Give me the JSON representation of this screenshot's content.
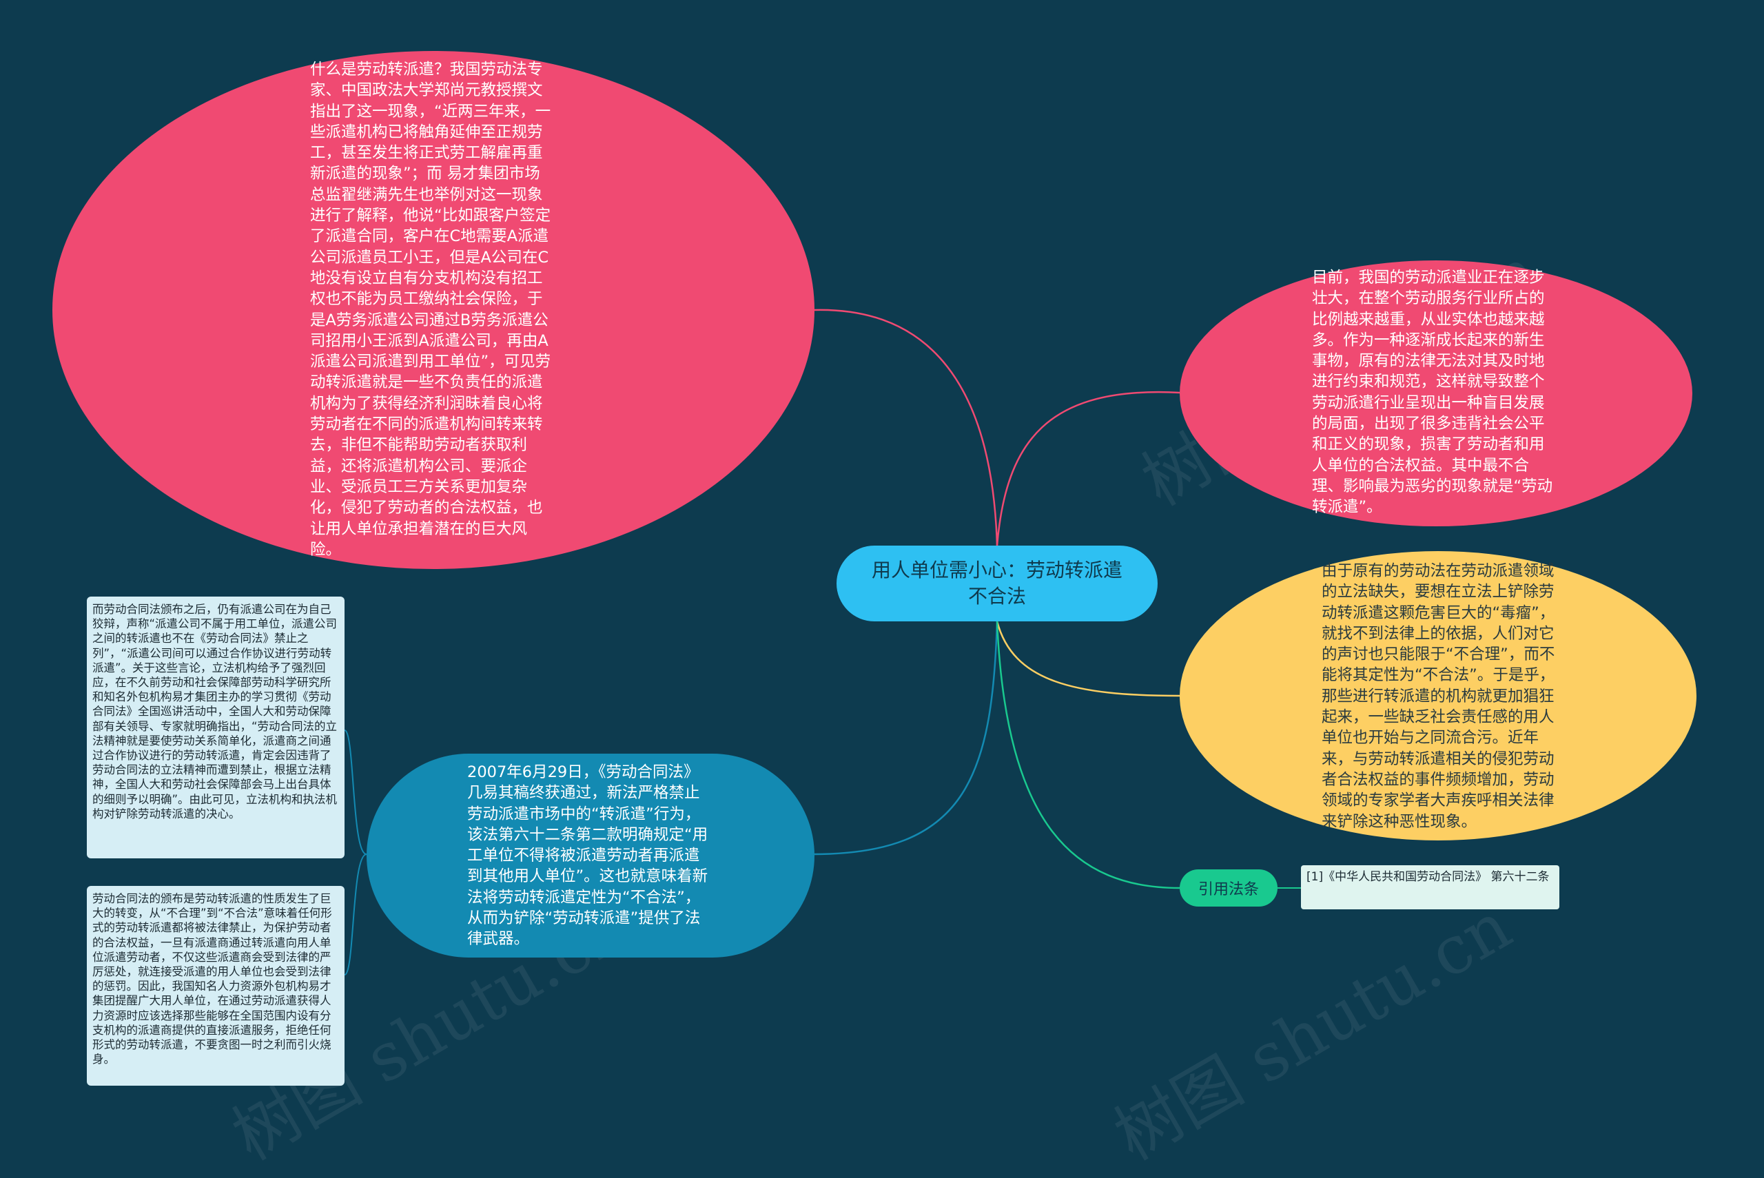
{
  "center": {
    "title": "用人单位需小心：劳动转派遣不合法"
  },
  "nodes": {
    "top_left": "什么是劳动转派遣？我国劳动法专家、中国政法大学郑尚元教授撰文指出了这一现象，“近两三年来，一些派遣机构已将触角延伸至正规劳工，甚至发生将正式劳工解雇再重新派遣的现象”；而 易才集团市场总监翟继满先生也举例对这一现象进行了解释，他说“比如跟客户签定了派遣合同，客户在C地需要A派遣公司派遣员工小王，但是A公司在C地没有设立自有分支机构没有招工权也不能为员工缴纳社会保险，于是A劳务派遣公司通过B劳务派遣公司招用小王派到A派遣公司，再由A派遣公司派遣到用工单位”，可见劳动转派遣就是一些不负责任的派遣机构为了获得经济利润昧着良心将劳动者在不同的派遣机构间转来转去，非但不能帮助劳动者获取利益，还将派遣机构公司、要派企业、受派员工三方关系更加复杂化，侵犯了劳动者的合法权益，也让用人单位承担着潜在的巨大风险。",
    "top_right": "目前，我国的劳动派遣业正在逐步壮大，在整个劳动服务行业所占的比例越来越重，从业实体也越来越多。作为一种逐渐成长起来的新生事物，原有的法律无法对其及时地进行约束和规范，这样就导致整个劳动派遣行业呈现出一种盲目发展的局面，出现了很多违背社会公平和正义的现象，损害了劳动者和用人单位的合法权益。其中最不合理、影响最为恶劣的现象就是“劳动转派遣”。",
    "mid_right": "由于原有的劳动法在劳动派遣领域的立法缺失，要想在立法上铲除劳动转派遣这颗危害巨大的“毒瘤”，就找不到法律上的依据，人们对它的声讨也只能限于“不合理”，而不能将其定性为“不合法”。于是乎，那些进行转派遣的机构就更加猖狂起来，一些缺乏社会责任感的用人单位也开始与之同流合污。近年来，与劳动转派遣相关的侵犯劳动者合法权益的事件频频增加，劳动领域的专家学者大声疾呼相关法律来铲除这种恶性现象。",
    "bottom_left": "2007年6月29日，《劳动合同法》几易其稿终获通过，新法严格禁止劳动派遣市场中的“转派遣”行为，该法第六十二条第二款明确规定“用工单位不得将被派遣劳动者再派遣到其他用人单位”。这也就意味着新法将劳动转派遣定性为“不合法”，从而为铲除“劳动转派遣”提供了法律武器。",
    "card_1": "而劳动合同法颁布之后，仍有派遣公司在为自己狡辩，声称“派遣公司不属于用工单位，派遣公司之间的转派遣也不在《劳动合同法》禁止之列”，“派遣公司间可以通过合作协议进行劳动转派遣”。关于这些言论，立法机构给予了强烈回应，在不久前劳动和社会保障部劳动科学研究所和知名外包机构易才集团主办的学习贯彻《劳动合同法》全国巡讲活动中，全国人大和劳动保障部有关领导、专家就明确指出，“劳动合同法的立法精神就是要使劳动关系简单化，派遣商之间通过合作协议进行的劳动转派遣，肯定会因违背了劳动合同法的立法精神而遭到禁止，根据立法精神，全国人大和劳动社会保障部会马上出台具体的细则予以明确”。由此可见，立法机构和执法机构对铲除劳动转派遣的决心。",
    "card_2": "劳动合同法的颁布是劳动转派遣的性质发生了巨大的转变，从“不合理”到“不合法”意味着任何形式的劳动转派遣都将被法律禁止，为保护劳动者的合法权益，一旦有派遣商通过转派遣向用人单位派遣劳动者，不仅这些派遣商会受到法律的严厉惩处，就连接受派遣的用人单位也会受到法律的惩罚。因此，我国知名人力资源外包机构易才集团提醒广大用人单位，在通过劳动派遣获得人力资源时应该选择那些能够在全国范围内设有分支机构的派遣商提供的直接派遣服务，拒绝任何形式的劳动转派遣，不要贪图一时之利而引火烧身。",
    "tag": "引用法条",
    "ref": "[1]《中华人民共和国劳动合同法》 第六十二条"
  },
  "colors": {
    "background": "#0d3b4f",
    "center": "#2ec0f2",
    "pink": "#f04a72",
    "yellow": "#fdcf63",
    "teal": "#138ab2",
    "green": "#19c98f",
    "card": "#d6eef5"
  },
  "watermark": "树图 shutu.cn"
}
